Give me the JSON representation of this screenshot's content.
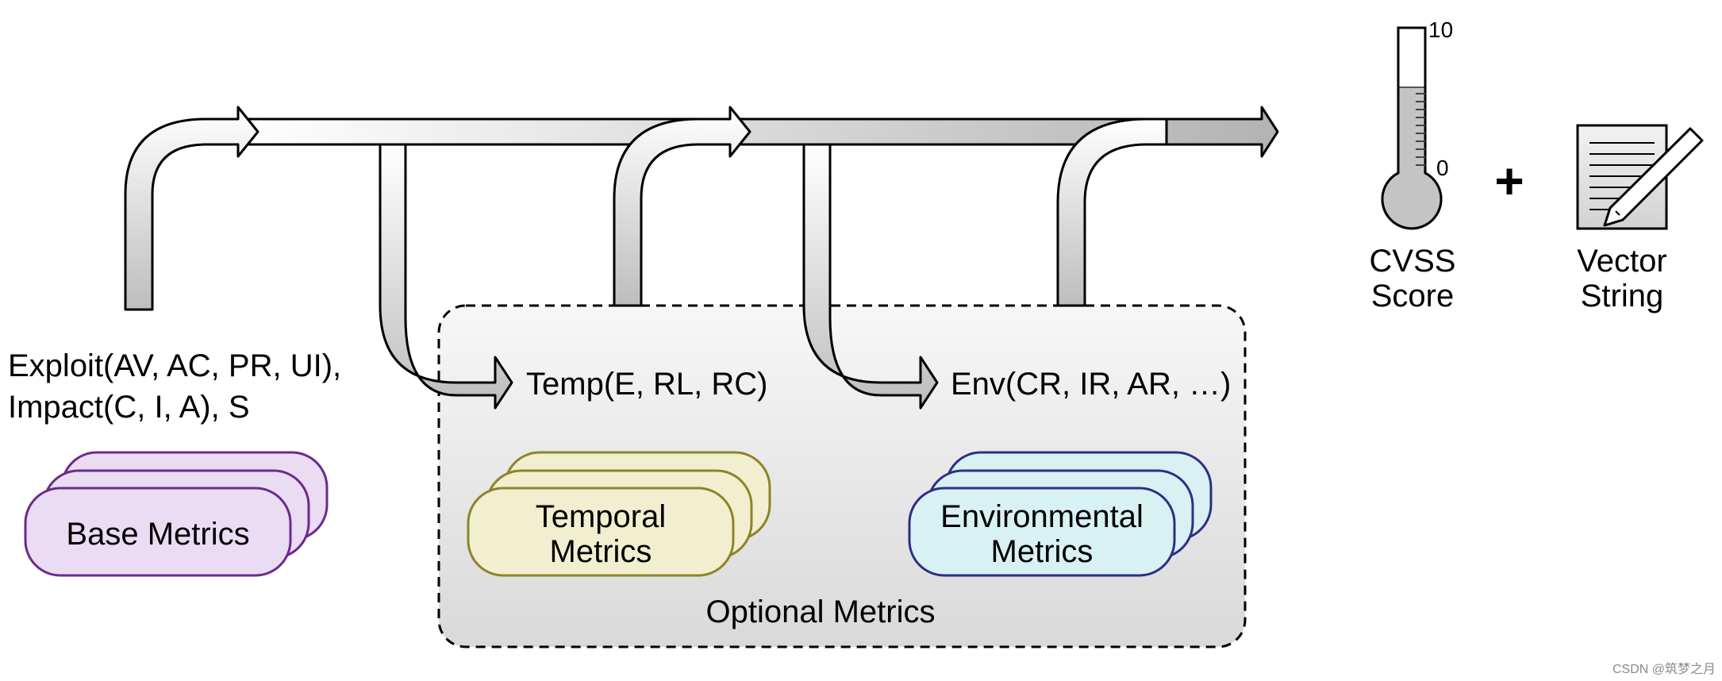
{
  "base": {
    "formula_line1": "Exploit(AV, AC, PR, UI),",
    "formula_line2": "Impact(C, I, A), S",
    "box_label": "Base Metrics",
    "color": "#6b2a8c",
    "fill": "#eadcf3"
  },
  "temporal": {
    "formula": "Temp(E, RL, RC)",
    "box_line1": "Temporal",
    "box_line2": "Metrics",
    "color": "#8c8428",
    "fill": "#f1efcf"
  },
  "environmental": {
    "formula": "Env(CR, IR, AR, …)",
    "box_line1": "Environmental",
    "box_line2": "Metrics",
    "color": "#2e2e86",
    "fill": "#d8f1f3"
  },
  "optional_group": {
    "label": "Optional Metrics"
  },
  "output": {
    "score_line1": "CVSS",
    "score_line2": "Score",
    "scale_max": "10",
    "scale_min": "0",
    "plus": "+",
    "vector_line1": "Vector",
    "vector_line2": "String"
  },
  "watermark": "CSDN @筑梦之月"
}
